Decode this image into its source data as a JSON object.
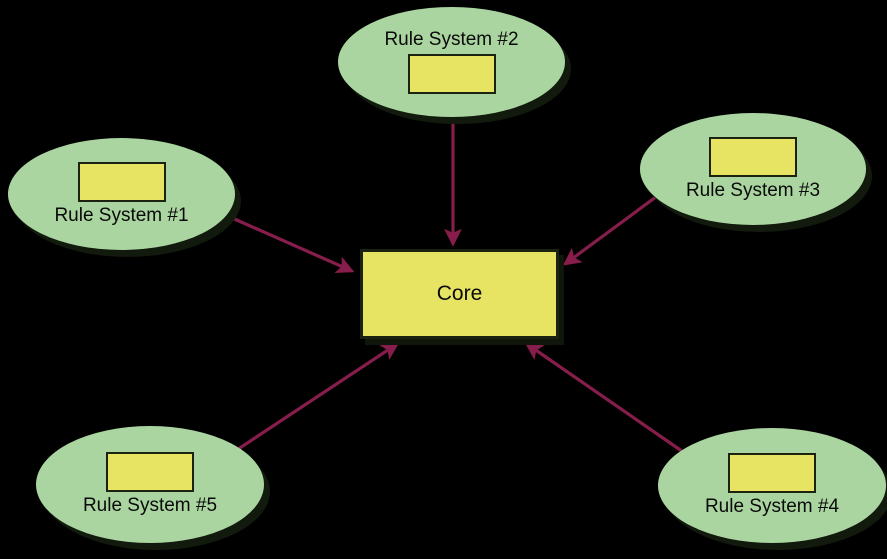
{
  "diagram": {
    "type": "hub-and-spoke",
    "core": {
      "label": "Core"
    },
    "systems": [
      {
        "label": "Rule System #1",
        "label_position": "below-box"
      },
      {
        "label": "Rule System #2",
        "label_position": "above-box"
      },
      {
        "label": "Rule System #3",
        "label_position": "below-box"
      },
      {
        "label": "Rule System #4",
        "label_position": "below-box"
      },
      {
        "label": "Rule System #5",
        "label_position": "below-box"
      }
    ],
    "connections": [
      {
        "from": "Rule System #1",
        "to": "Core",
        "bidirectional": true
      },
      {
        "from": "Rule System #2",
        "to": "Core",
        "bidirectional": true
      },
      {
        "from": "Rule System #3",
        "to": "Core",
        "bidirectional": true
      },
      {
        "from": "Rule System #4",
        "to": "Core",
        "bidirectional": true
      },
      {
        "from": "Rule System #5",
        "to": "Core",
        "bidirectional": true
      }
    ],
    "colors": {
      "background": "#000000",
      "ellipse_fill": "#aad5a0",
      "box_fill": "#e7e464",
      "box_border": "#1c2210",
      "arrow": "#871d4a",
      "label_text": "#0a0a0a"
    }
  }
}
